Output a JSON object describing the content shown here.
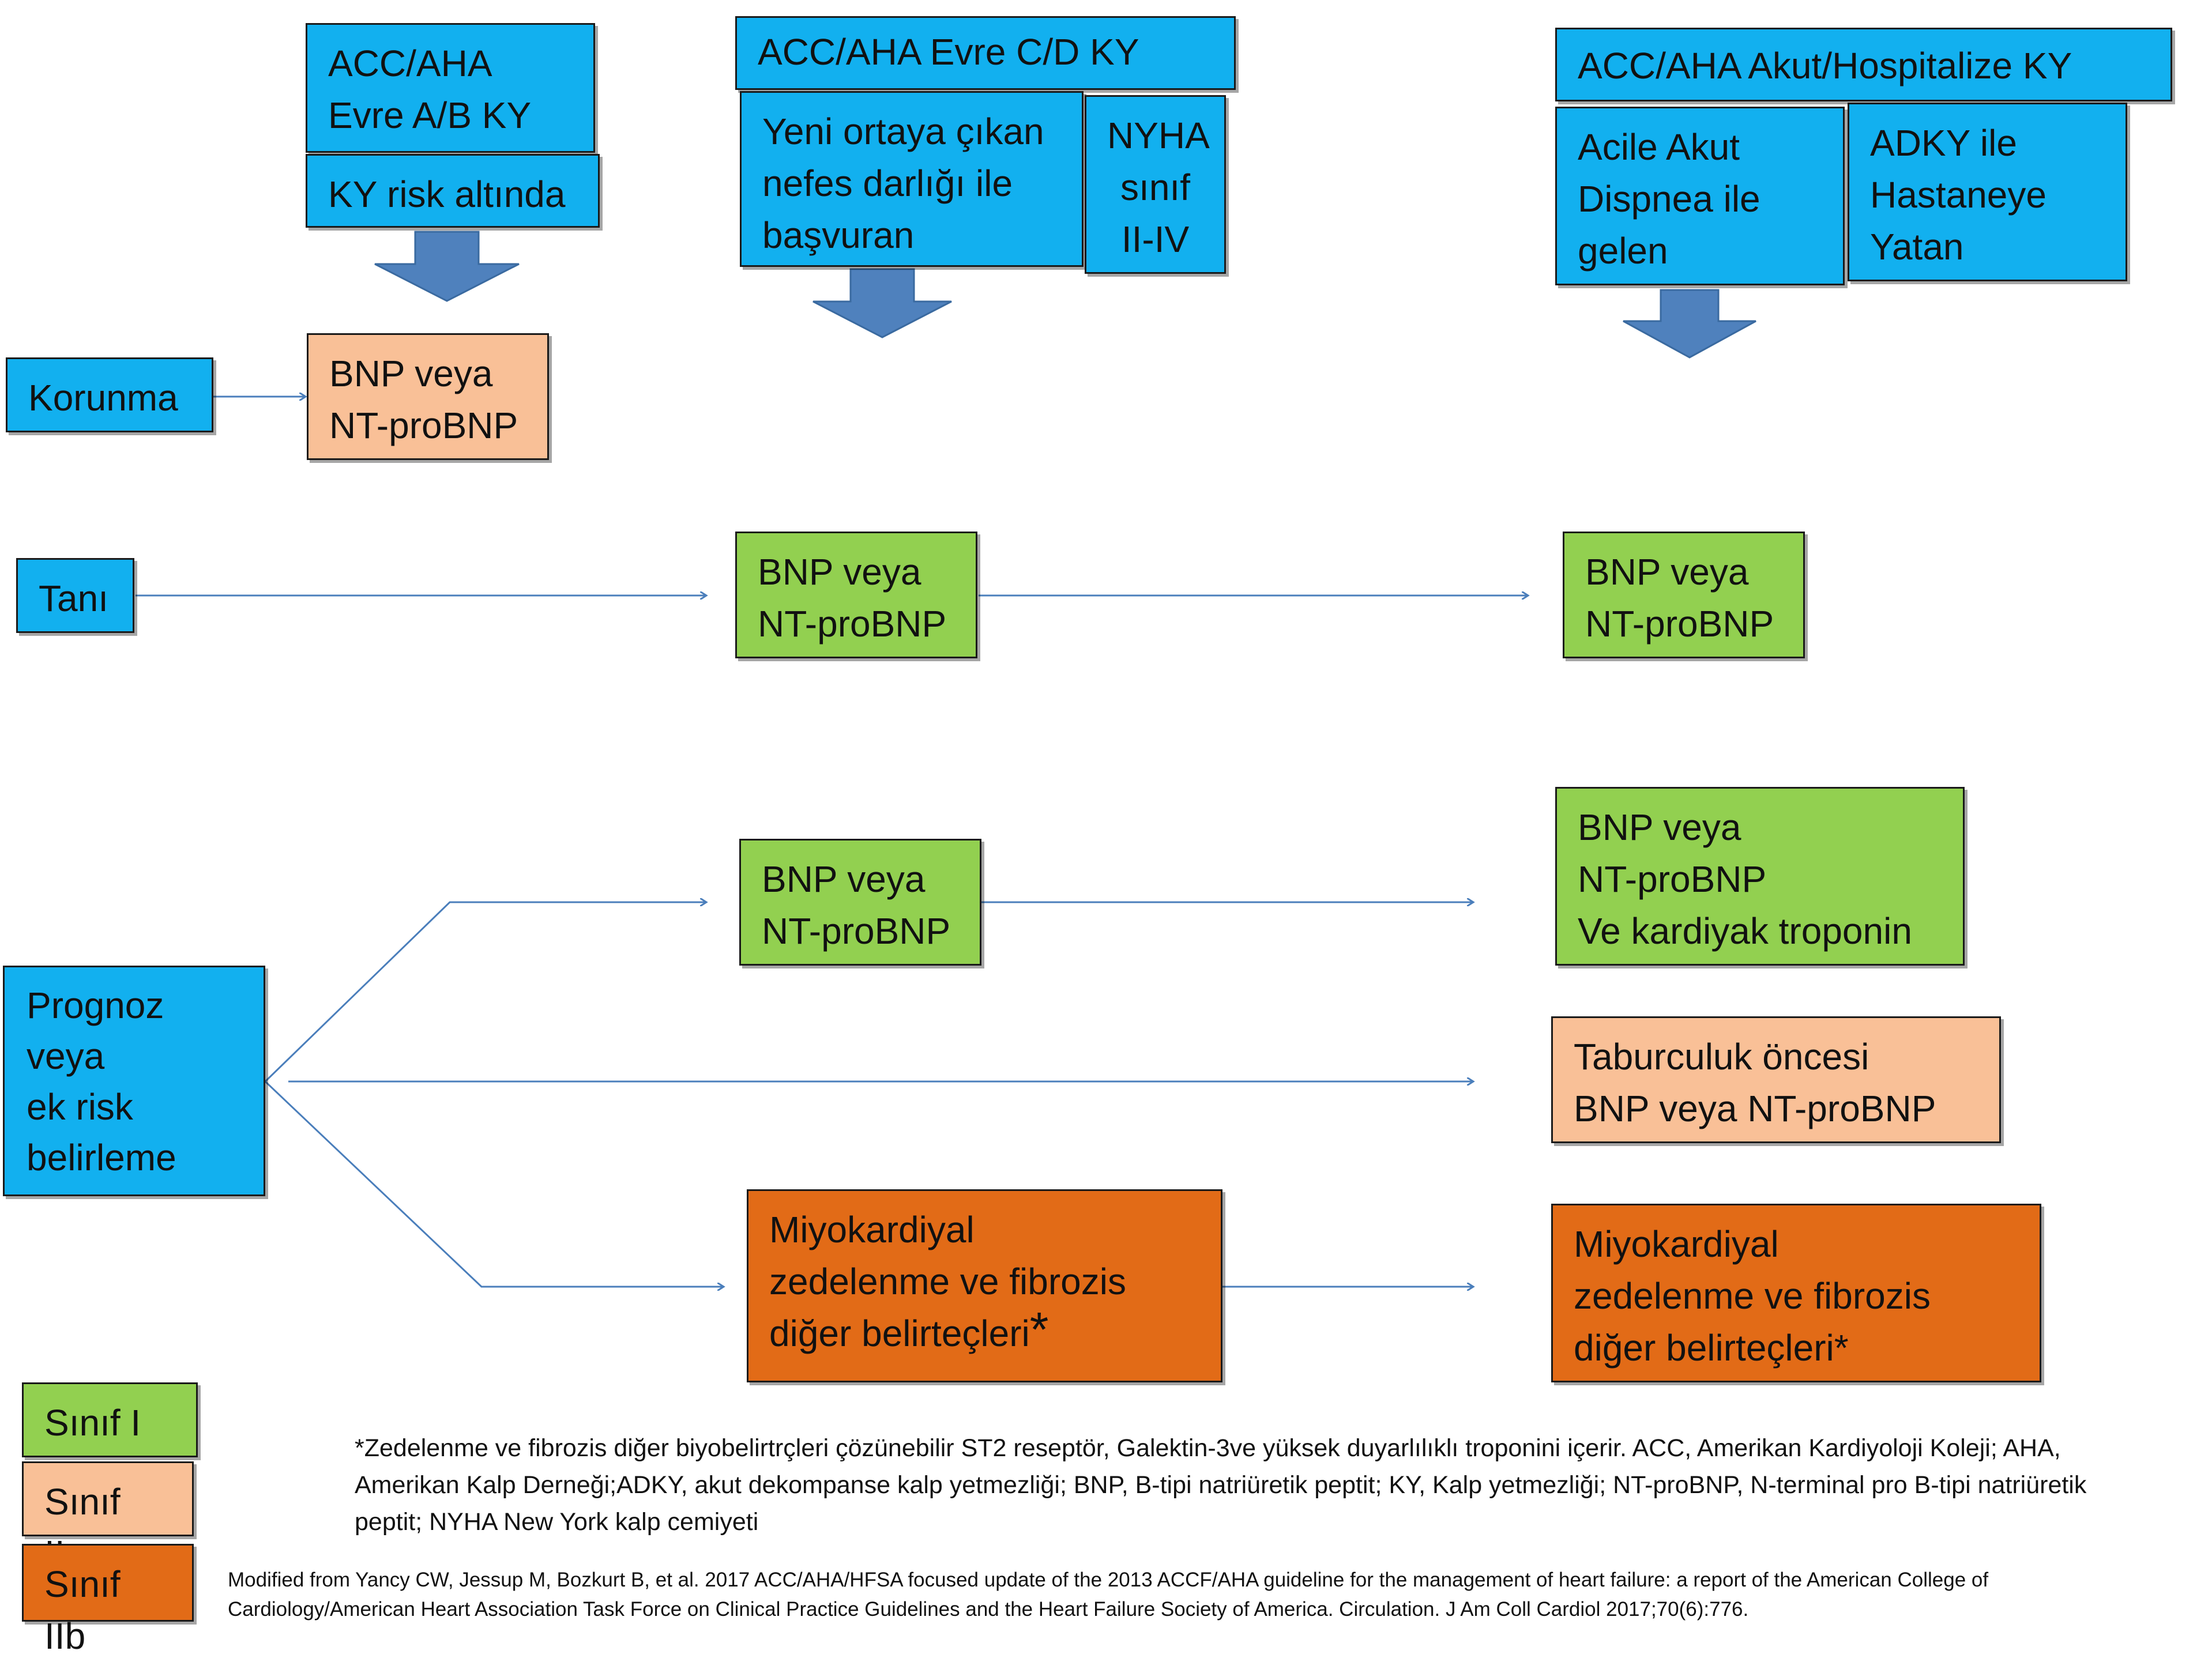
{
  "columns": {
    "ab": {
      "title": "ACC/AHA\nEvre A/B KY",
      "sub": "KY risk altında"
    },
    "cd": {
      "title": "ACC/AHA Evre C/D KY",
      "sub": "Yeni ortaya çıkan\nnefes darlığı ile\nbaşvuran",
      "nyha": "NYHA\nsınıf\nII-IV"
    },
    "acute": {
      "title": "ACC/AHA Akut/Hospitalize KY",
      "left": "Acile Akut\nDispnea ile\ngelen",
      "right": "ADKY ile\nHastaneye\nYatan"
    }
  },
  "rows": {
    "korunma": "Korunma",
    "tani": "Tanı",
    "prognoz": "Prognoz\nveya\nek risk\nbelirleme"
  },
  "nodes": {
    "korunma_bnp": "BNP veya\nNT-proBNP",
    "tani_cd": "BNP veya\nNT-proBNP",
    "tani_acute": "BNP veya\nNT-proBNP",
    "prog_cd": "BNP veya\nNT-proBNP",
    "prog_acute": "BNP veya\nNT-proBNP\nVe kardiyak troponin",
    "taburculuk": "Taburculuk öncesi\nBNP veya NT-proBNP",
    "miyo_cd": "Miyokardiyal\nzedelenme  ve  fibrozis\ndiğer belirteçleri",
    "miyo_cd_star": "*",
    "miyo_acute": "Miyokardiyal\nzedelenme  ve  fibrozis\ndiğer belirteçleri*"
  },
  "legend": [
    "Sınıf I",
    "Sınıf IIa",
    "Sınıf IIb"
  ],
  "footnote": "*Zedelenme ve fibrozis diğer biyobelirtrçleri çözünebilir ST2 reseptör, Galektin-3ve yüksek duyarlılıklı troponini içerir. ACC, Amerikan Kardiyoloji Koleji; AHA, Amerikan Kalp Derneği;ADKY, akut dekompanse kalp yetmezliği; BNP, B-tipi natriüretik peptit; KY, Kalp yetmezliği; NT-proBNP, N-terminal pro B-tipi natriüretik peptit; NYHA New York kalp cemiyeti",
  "reference": "Modified from Yancy CW, Jessup M, Bozkurt B, et al. 2017 ACC/AHA/HFSA focused update of the 2013 ACCF/AHA guideline for the management of heart failure: a report of the American College of Cardiology/American Heart Association Task Force on Clinical Practice Guidelines and the Heart Failure Society of America. Circulation. J Am Coll Cardiol 2017;70(6):776.",
  "colors": {
    "blue": "#12b0ef",
    "green": "#92d050",
    "peach": "#f9c097",
    "orange": "#e26b17",
    "line": "#4a7ebb",
    "arrow": "#4f81bd"
  }
}
